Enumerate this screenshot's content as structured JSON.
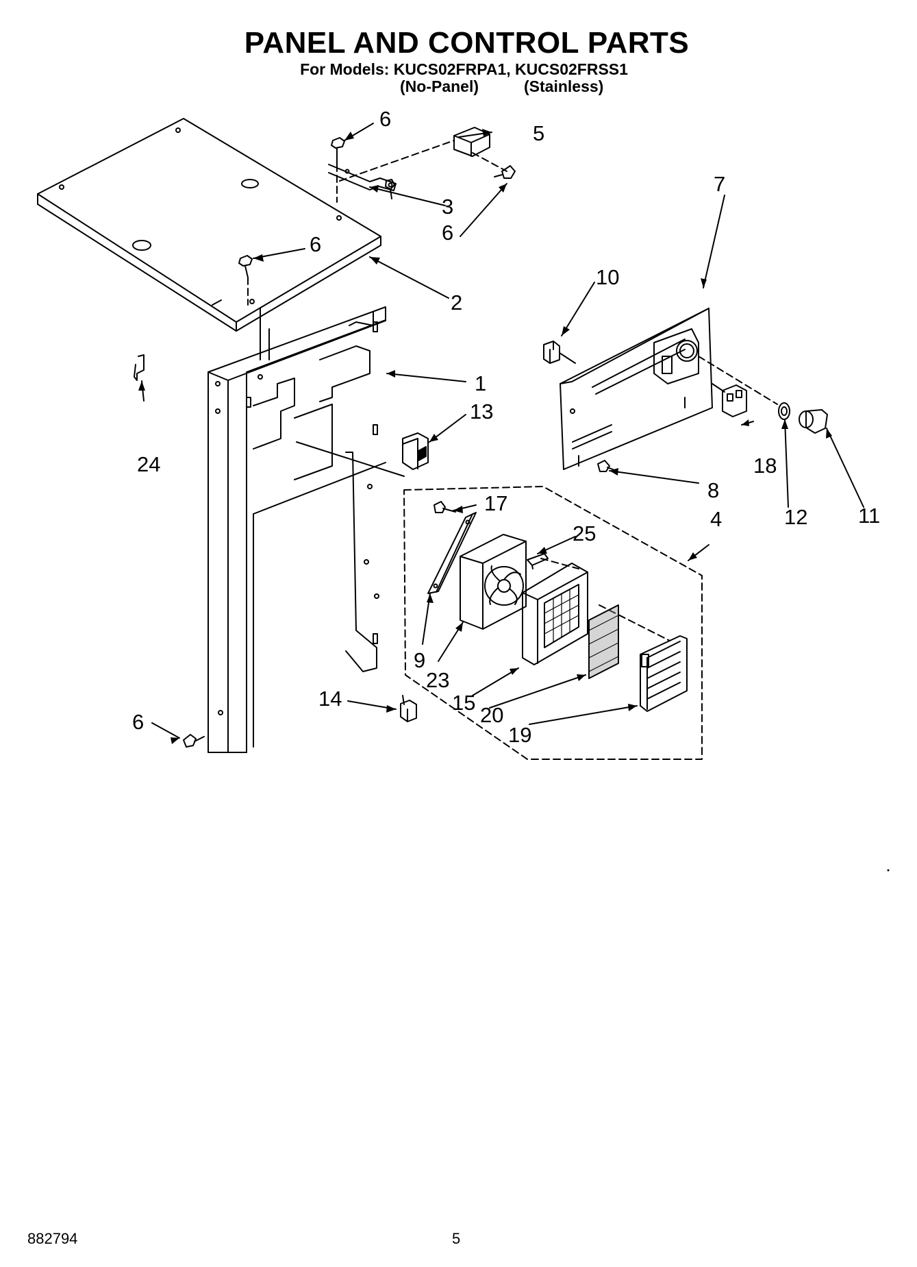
{
  "header": {
    "title": "PANEL AND CONTROL PARTS",
    "subtitle": "For Models: KUCS02FRPA1, KUCS02FRSS1",
    "variants": [
      "(No-Panel)",
      "(Stainless)"
    ]
  },
  "callouts": [
    "1",
    "2",
    "3",
    "4",
    "5",
    "6",
    "6",
    "6",
    "6",
    "7",
    "8",
    "9",
    "10",
    "11",
    "12",
    "13",
    "14",
    "15",
    "17",
    "18",
    "19",
    "20",
    "23",
    "24",
    "25"
  ],
  "footer": {
    "doc_number": "882794",
    "page_number": "5"
  }
}
